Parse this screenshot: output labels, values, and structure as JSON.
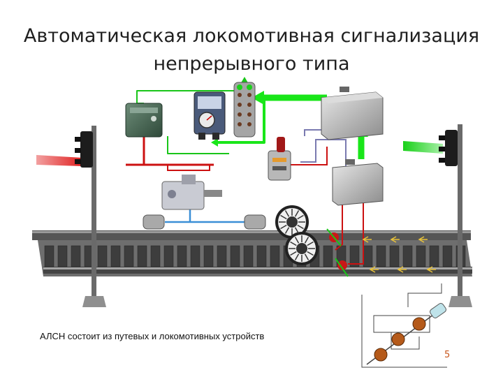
{
  "slide": {
    "title_line1": "Автоматическая локомотивная сигнализация",
    "title_line2": "непрерывного типа",
    "caption": "АЛСН состоит из путевых и локомотивных устройств",
    "page_marker": "5"
  },
  "colors": {
    "green_wire": "#19e619",
    "red_wire": "#cc1111",
    "blue_wire": "#3a8fd6",
    "signal_red_beam": "#e83a3a",
    "signal_green_beam": "#22d822",
    "rail_dark": "#3c3c3c",
    "device_gray": "#9a9a9a"
  },
  "icons": [
    "signal-left-icon",
    "signal-right-icon",
    "track-icon",
    "wheelset-icon",
    "coil-icon",
    "relay-box-icon",
    "speed-indicator-icon",
    "locomotive-signal-icon",
    "decoder-box-icon",
    "receiver-box-icon",
    "selector-switch-icon",
    "schematic-inset-icon"
  ]
}
